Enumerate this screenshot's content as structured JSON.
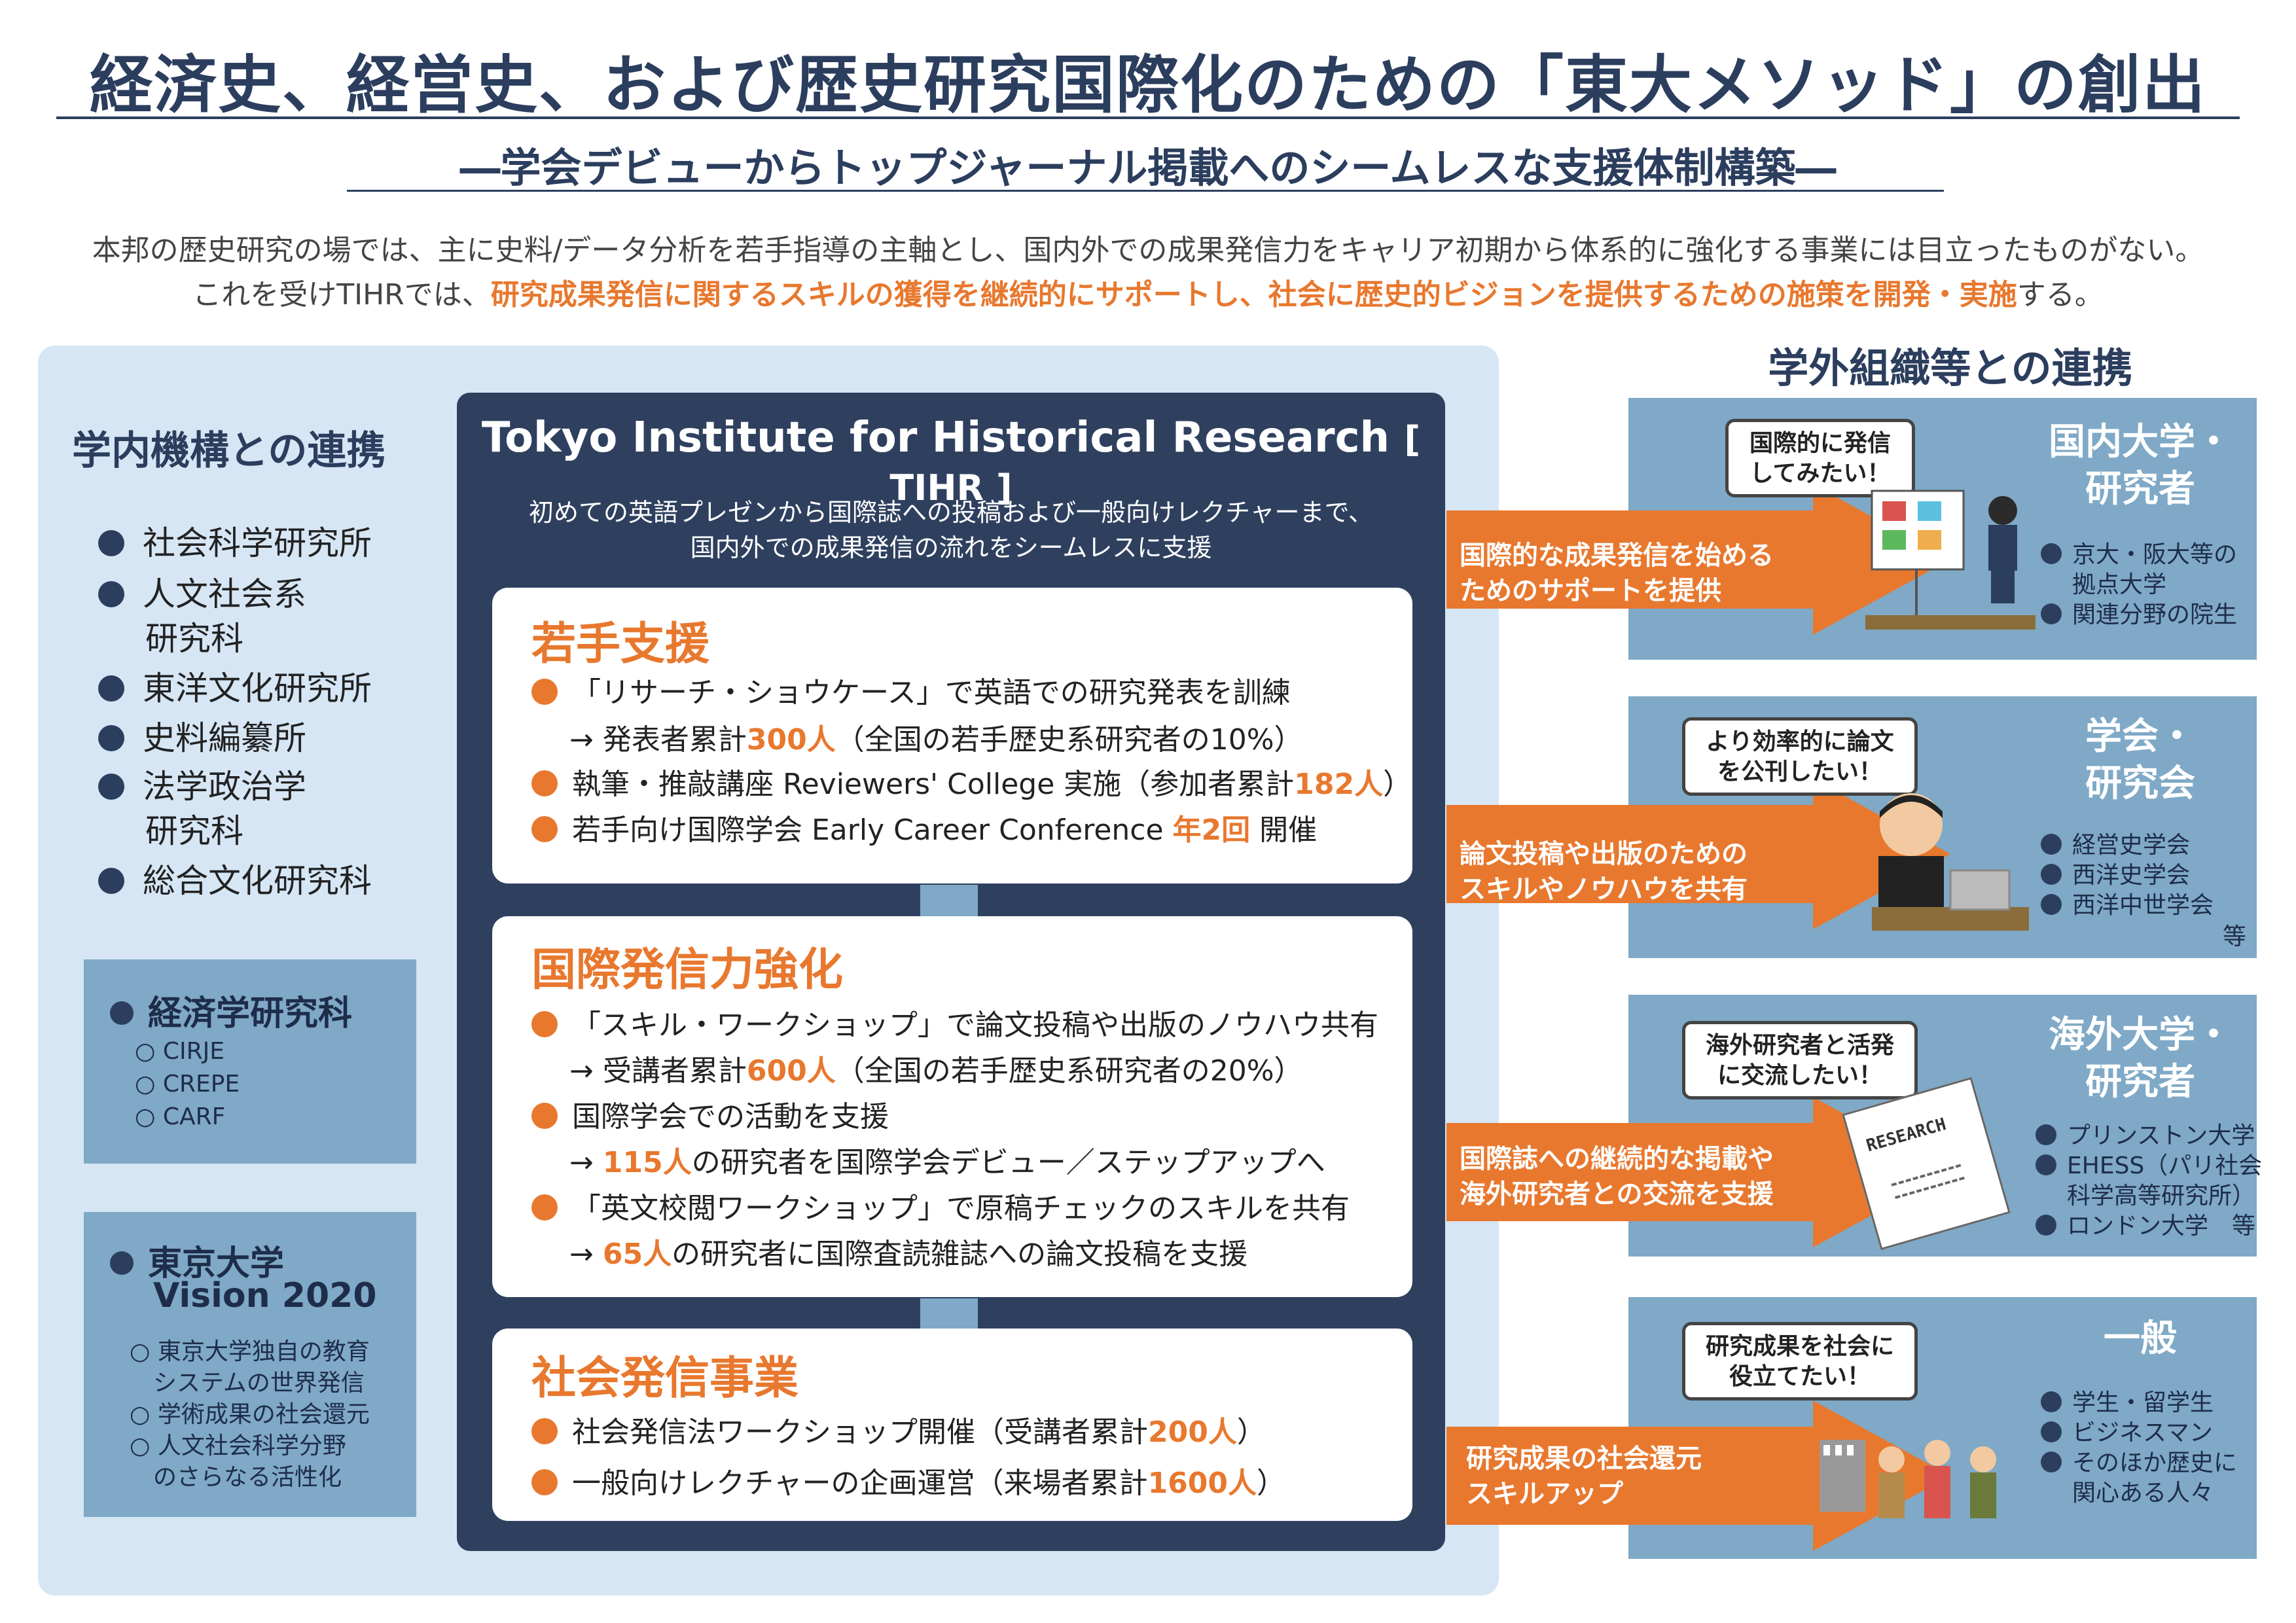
{
  "header": {
    "title": "経済史、経営史、および歴史研究国際化のための「東大メソッド」の創出",
    "subtitle": "―学会デビューからトップジャーナル掲載へのシームレスな支援体制構築―",
    "intro_line1": "本邦の歴史研究の場では、主に史料/データ分析を若手指導の主軸とし、国内外での成果発信力をキャリア初期から体系的に強化する事業には目立ったものがない。",
    "intro_line2_pre": "これを受けTIHRでは、",
    "intro_line2_highlight": "研究成果発信に関するスキルの獲得を継続的にサポートし、社会に歴史的ビジョンを提供するための施策を開発・実施",
    "intro_line2_post": "する。"
  },
  "internal": {
    "title": "学内機構との連携",
    "items": [
      {
        "line1": "社会科学研究所",
        "line2": ""
      },
      {
        "line1": "人文社会系",
        "line2": "研究科"
      },
      {
        "line1": "東洋文化研究所",
        "line2": ""
      },
      {
        "line1": "史料編纂所",
        "line2": ""
      },
      {
        "line1": "法学政治学",
        "line2": "研究科"
      },
      {
        "line1": "総合文化研究科",
        "line2": ""
      }
    ],
    "econ_box": {
      "title": "経済学研究科",
      "items": [
        "○ CIRJE",
        "○ CREPE",
        "○ CARF"
      ]
    },
    "vision_box": {
      "title_line1": "東京大学",
      "title_line2": "Vision 2020",
      "items": [
        "○ 東京大学独自の教育",
        "　システムの世界発信",
        "○ 学術成果の社会還元",
        "○ 人文社会科学分野",
        "　のさらなる活性化"
      ]
    }
  },
  "tihr": {
    "title_main": "Tokyo Institute for Historical Research",
    "title_abbr": "[ TIHR ]",
    "desc_line1": "初めての英語プレゼンから国際誌への投稿および一般向けレクチャーまで、",
    "desc_line2": "国内外での成果発信の流れをシームレスに支援",
    "cards": [
      {
        "title": "若手支援",
        "lines": [
          {
            "bullet": true,
            "pre": "「リサーチ・ショウケース」で英語での研究発表を訓練",
            "num": "",
            "post": ""
          },
          {
            "bullet": false,
            "pre": "→ 発表者累計",
            "num": "300人",
            "post": "（全国の若手歴史系研究者の10%）"
          },
          {
            "bullet": true,
            "pre": "執筆・推敲講座 Reviewers' College 実施（参加者累計",
            "num": "182人",
            "post": "）"
          },
          {
            "bullet": true,
            "pre": "若手向け国際学会 Early Career Conference ",
            "num": "年2回",
            "post": " 開催"
          }
        ]
      },
      {
        "title": "国際発信力強化",
        "lines": [
          {
            "bullet": true,
            "pre": "「スキル・ワークショップ」で論文投稿や出版のノウハウ共有",
            "num": "",
            "post": ""
          },
          {
            "bullet": false,
            "pre": "→ 受講者累計",
            "num": "600人",
            "post": "（全国の若手歴史系研究者の20%）"
          },
          {
            "bullet": true,
            "pre": "国際学会での活動を支援",
            "num": "",
            "post": ""
          },
          {
            "bullet": false,
            "pre": "→ ",
            "num": "115人",
            "post": "の研究者を国際学会デビュー／ステップアップへ"
          },
          {
            "bullet": true,
            "pre": "「英文校閲ワークショップ」で原稿チェックのスキルを共有",
            "num": "",
            "post": ""
          },
          {
            "bullet": false,
            "pre": "→ ",
            "num": "65人",
            "post": "の研究者に国際査読雑誌への論文投稿を支援"
          }
        ]
      },
      {
        "title": "社会発信事業",
        "lines": [
          {
            "bullet": true,
            "pre": "社会発信法ワークショップ開催（受講者累計",
            "num": "200人",
            "post": "）"
          },
          {
            "bullet": true,
            "pre": "一般向けレクチャーの企画運営（来場者累計",
            "num": "1600人",
            "post": "）"
          }
        ]
      }
    ]
  },
  "external": {
    "title": "学外組織等との連携",
    "rows": [
      {
        "arrow_line1": "国際的な成果発信を始める",
        "arrow_line2": "ためのサポートを提供",
        "bubble_line1": "国際的に発信",
        "bubble_line2": "してみたい！",
        "title_line1": "国内大学・",
        "title_line2": "研究者",
        "items": [
          "京大・阪大等の",
          "拠点大学",
          "関連分野の院生"
        ],
        "bullets": [
          true,
          false,
          true
        ],
        "footer": ""
      },
      {
        "arrow_line1": "論文投稿や出版のための",
        "arrow_line2": "スキルやノウハウを共有",
        "bubble_line1": "より効率的に論文",
        "bubble_line2": "を公刊したい！",
        "title_line1": "学会・",
        "title_line2": "研究会",
        "items": [
          "経営史学会",
          "西洋史学会",
          "西洋中世学会"
        ],
        "bullets": [
          true,
          true,
          true
        ],
        "footer": "等"
      },
      {
        "arrow_line1": "国際誌への継続的な掲載や",
        "arrow_line2": "海外研究者との交流を支援",
        "bubble_line1": "海外研究者と活発",
        "bubble_line2": "に交流したい！",
        "title_line1": "海外大学・",
        "title_line2": "研究者",
        "items": [
          "プリンストン大学",
          "EHESS（パリ社会",
          "科学高等研究所）",
          "ロンドン大学　等"
        ],
        "bullets": [
          true,
          true,
          false,
          true
        ],
        "footer": ""
      },
      {
        "arrow_line1": "研究成果の社会還元",
        "arrow_line2": "スキルアップ",
        "bubble_line1": "研究成果を社会に",
        "bubble_line2": "役立てたい！",
        "title_line1": "一般",
        "title_line2": "",
        "items": [
          "学生・留学生",
          "ビジネスマン",
          "そのほか歴史に",
          "関心ある人々"
        ],
        "bullets": [
          true,
          true,
          true,
          false
        ],
        "footer": ""
      }
    ],
    "paper_label": "RESEARCH"
  },
  "colors": {
    "navy": "#2f405f",
    "accent": "#e8782e",
    "light_blue": "#d6e6f4",
    "steel_blue": "#7fa9c6"
  }
}
